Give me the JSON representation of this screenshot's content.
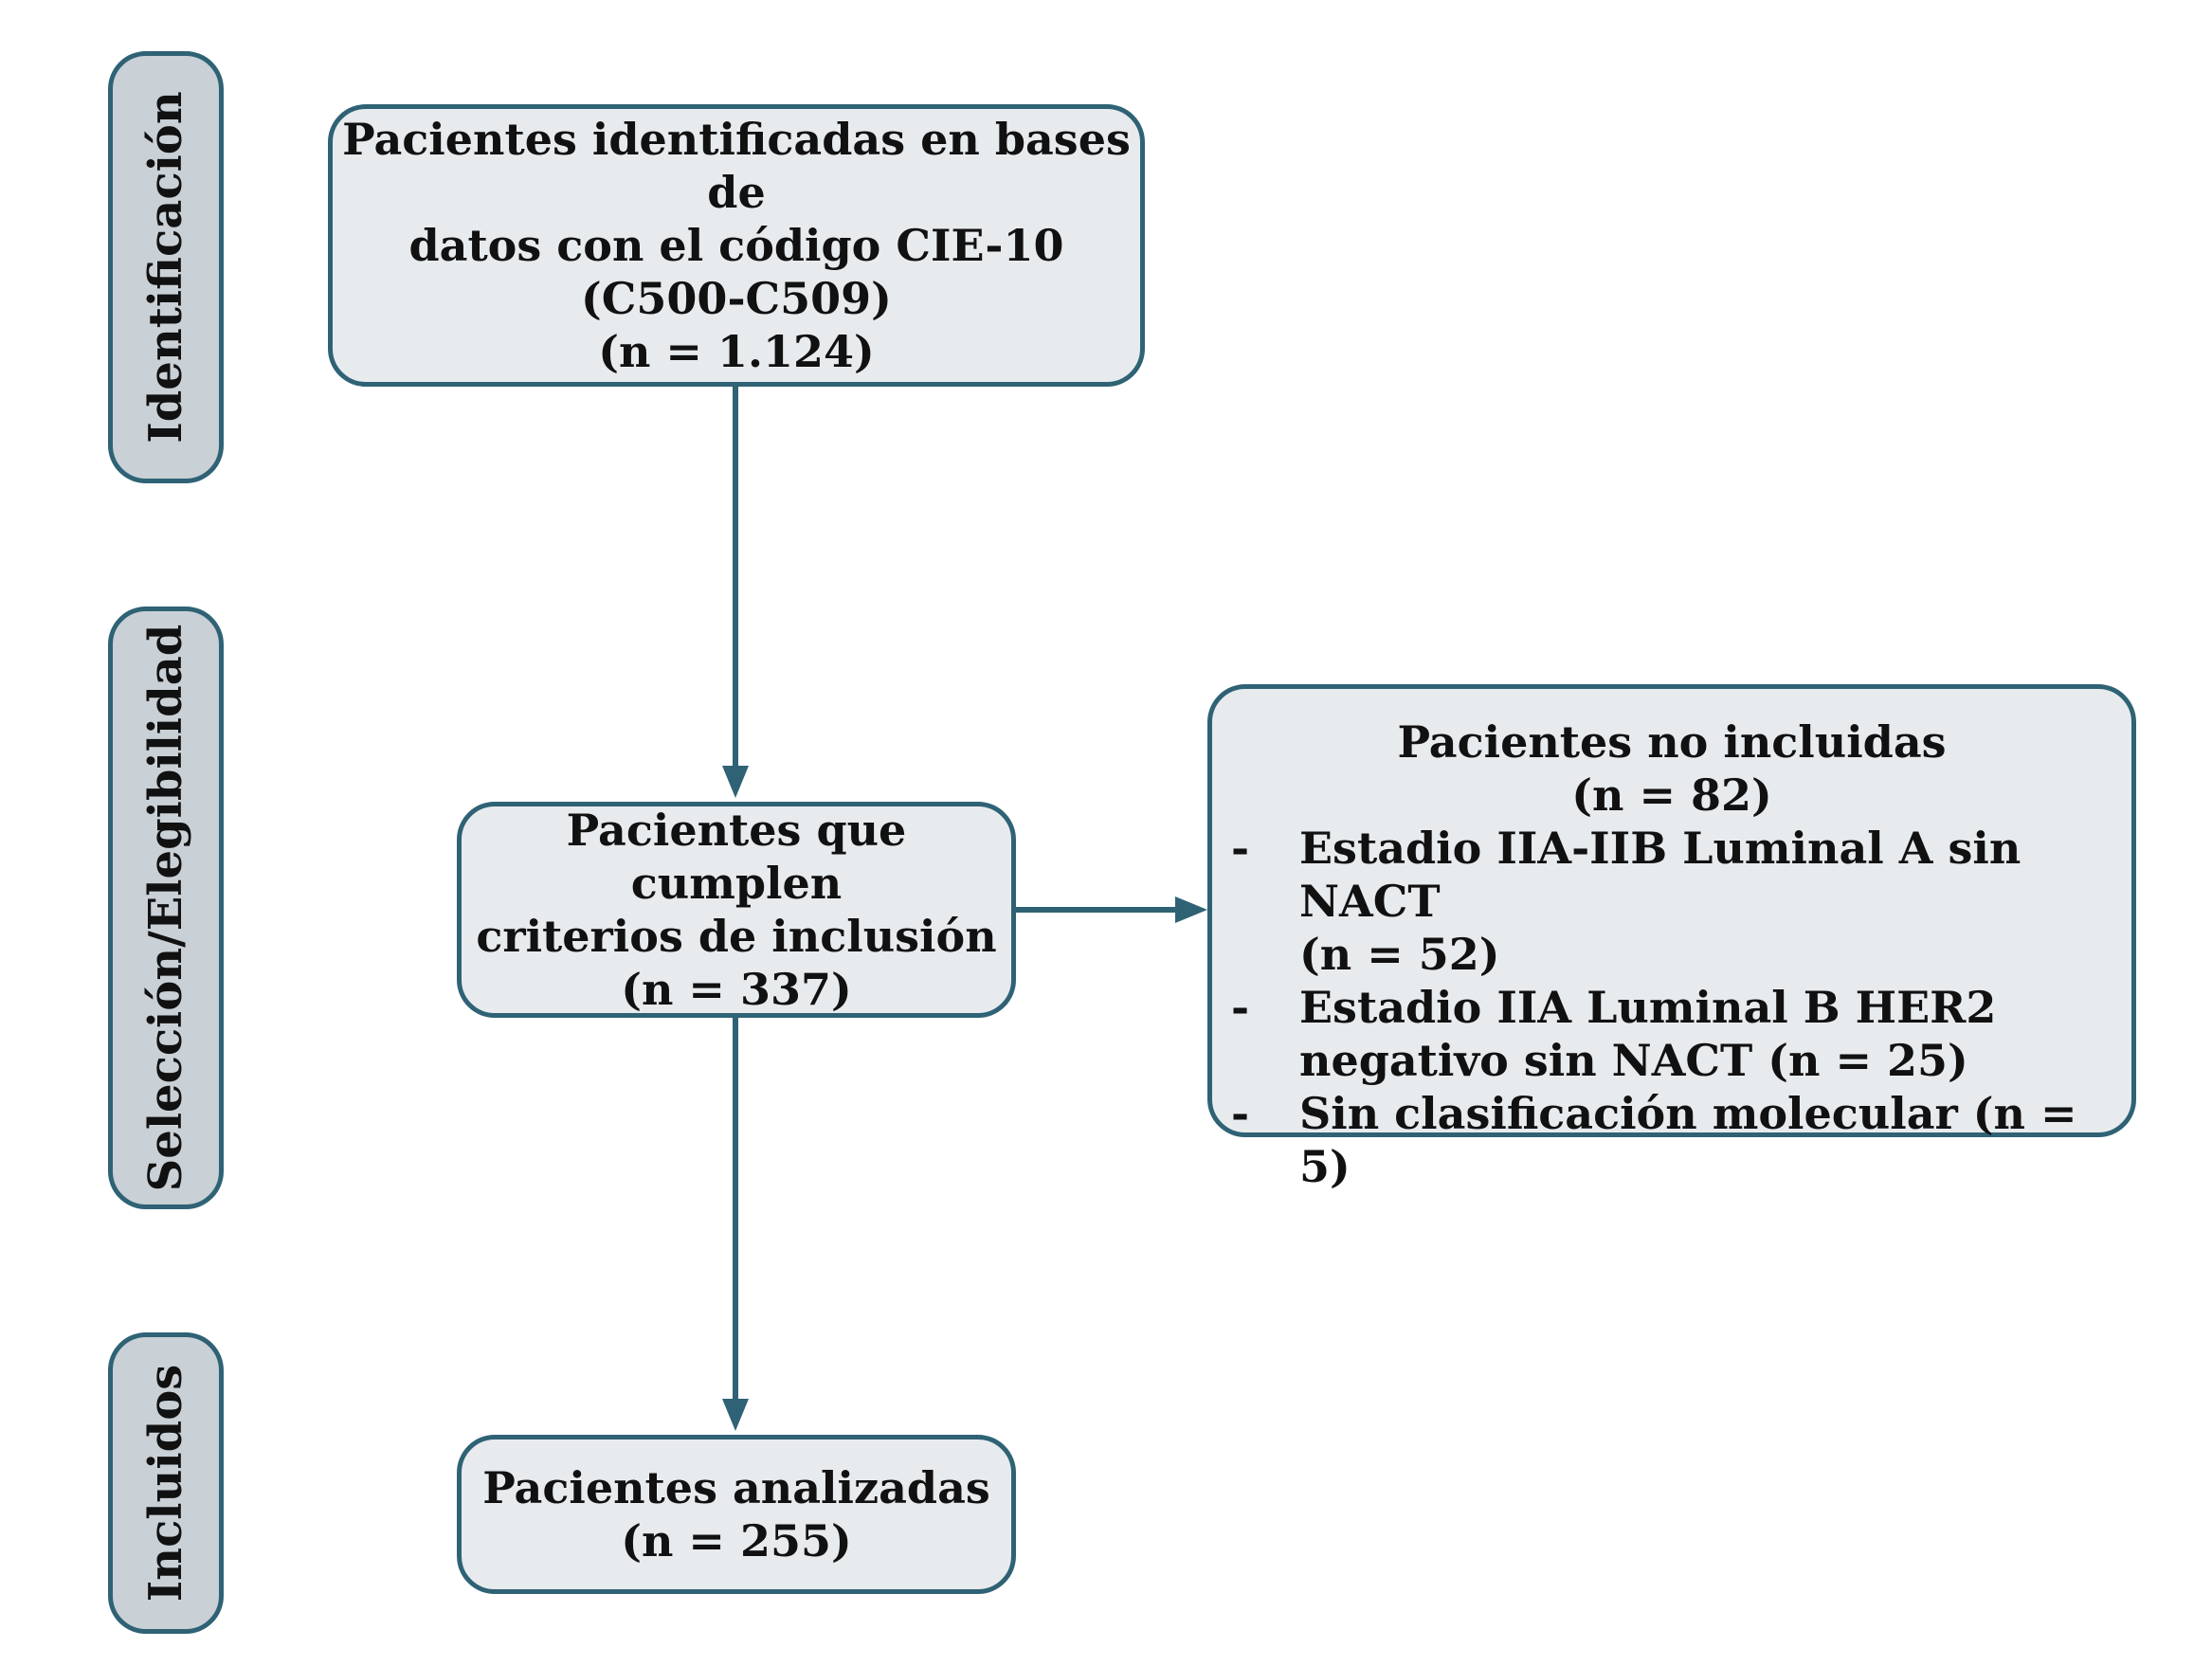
{
  "phases": {
    "identification": "Identificación",
    "selection": "Selección/Elegibilidad",
    "included": "Incluidos"
  },
  "boxes": {
    "identified": {
      "lines": [
        "Pacientes identificadas en bases de",
        "datos con el código CIE-10",
        "(C500-C509)",
        "(n = 1.124)"
      ]
    },
    "criteria": {
      "lines": [
        "Pacientes que cumplen",
        "criterios de inclusión",
        "(n = 337)"
      ]
    },
    "analyzed": {
      "lines": [
        "Pacientes analizadas",
        "(n = 255)"
      ]
    },
    "excluded": {
      "title": "Pacientes no incluidas",
      "count": "(n = 82)",
      "items": [
        {
          "dash": "-",
          "lines": [
            "Estadio IIA-IIB Luminal A sin NACT",
            "(n = 52)"
          ]
        },
        {
          "dash": "-",
          "lines": [
            "Estadio IIA Luminal B HER2",
            "negativo sin NACT (n = 25)"
          ]
        },
        {
          "dash": "-",
          "lines": [
            "Sin clasificación molecular (n = 5)"
          ]
        }
      ]
    }
  },
  "colors": {
    "border": "#2f6275",
    "box_fill": "#e8ebee",
    "side_fill": "#c9d0d6",
    "arrow": "#2f6275"
  }
}
